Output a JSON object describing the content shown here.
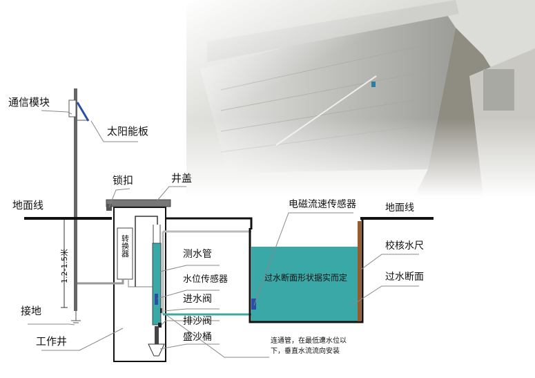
{
  "labels": {
    "comm_module": "通信模块",
    "solar_panel": "太阳能板",
    "lock": "锁扣",
    "well_cover": "井盖",
    "ground_line_left": "地面线",
    "depth": "1.2-1.5米",
    "converter": "转换器",
    "measuring_pipe": "测水管",
    "level_sensor": "水位传感器",
    "inlet_valve": "进水阀",
    "grounding": "接地",
    "sand_valve": "排沙阀",
    "work_well": "工作井",
    "sand_bucket": "盛沙桶",
    "em_sensor": "电磁流速传感器",
    "ground_line_right": "地面线",
    "staff_gauge": "校核水尺",
    "cross_section": "过水断面",
    "section_note": "过水断面形状据实而定",
    "pipe_note_1": "连通管，在最低遭水位以",
    "pipe_note_2": "下，垂直水流流向安装"
  },
  "colors": {
    "water": "#3aa8a6",
    "sensor": "#2a4fa8",
    "ruler": "#9a5a2a",
    "pipe": "#b0b0b0"
  }
}
